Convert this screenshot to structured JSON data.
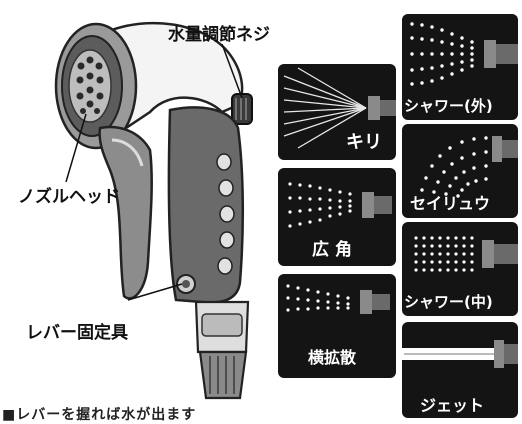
{
  "callouts": {
    "flow_screw": "水量調節ネジ",
    "nozzle_head": "ノズルヘッド",
    "lever_lock": "レバー固定具"
  },
  "modes": {
    "mist": "キリ",
    "wide_angle": "広角",
    "horizontal_spread": "横拡散",
    "shower_outer": "シャワー(外)",
    "seiryu": "セイリュウ",
    "shower_center": "シャワー(中)",
    "jet": "ジェット"
  },
  "footer_note": "■レバーを握れば水が出ます",
  "colors": {
    "tile_bg": "#141414",
    "tile_text": "#ffffff",
    "ink": "#111111",
    "grip": "#6a6a6a"
  }
}
